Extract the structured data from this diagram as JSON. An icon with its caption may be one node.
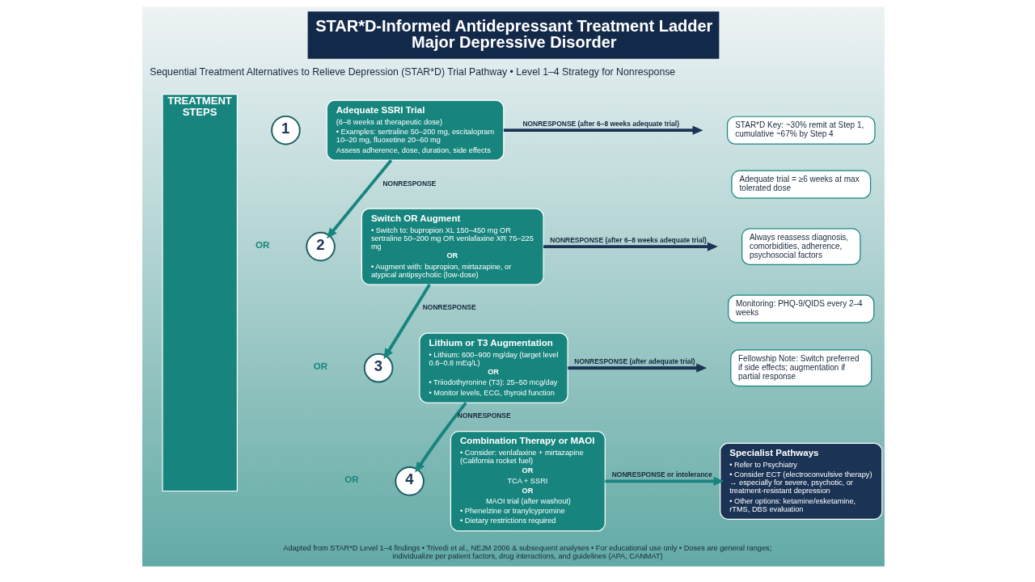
{
  "diagram": {
    "title": "STAR*D-Informed Antidepressant Treatment Ladder Major Depressive Disorder",
    "caption": "Adapted from STAR*D Level 1–4 findings • Trivedi et al., NEJM 2006 & subsequent analyses • For educational use only • Doses are general ranges; individualize per patient factors, drug interactions, and guidelines (APA, CANMAT)",
    "nodes": [
      {
        "text": [
          "TREATMENT STEPS"
        ]
      },
      {
        "text": [
          "1"
        ]
      },
      {
        "text": [
          "Adequate SSRI Trial",
          "(6–8 weeks at therapeutic dose)",
          "• Examples: sertraline 50–200 mg, escitalopram 10–20 mg, fluoxetine 20–60 mg",
          "Assess adherence, dose, duration, side effects"
        ]
      },
      {
        "text": [
          "2"
        ]
      },
      {
        "text": [
          "Switch OR Augment",
          "• Switch to: bupropion XL 150–450 mg OR sertraline 50–200 mg OR venlafaxine XR 75–225 mg",
          "OR",
          "• Augment with: bupropion, mirtazapine, or atypical antipsychotic (low-dose)"
        ]
      },
      {
        "text": [
          "3"
        ]
      },
      {
        "text": [
          "Lithium or T3 Augmentation",
          "• Lithium: 600–900 mg/day (target level 0.6–0.8 mEq/L)",
          "OR",
          "• Triiodothyronine (T3): 25–50 mcg/day",
          "• Monitor levels, ECG, thyroid function"
        ]
      },
      {
        "text": [
          "4"
        ]
      },
      {
        "text": [
          "Combination Therapy or MAOI",
          "• Consider: venlafaxine + mirtazapine (California rocket fuel)",
          "OR",
          "TCA + SSRI",
          "OR",
          "MAOI trial (after washout)",
          "• Phenelzine or tranylcypromine",
          "• Dietary restrictions required"
        ]
      },
      {
        "text": [
          "STAR*D Key: ~30% remit at Step 1, cumulative ~67% by Step 4"
        ]
      },
      {
        "text": [
          "Adequate trial = ≥6 weeks at max tolerated dose"
        ]
      },
      {
        "text": [
          "Always reassess diagnosis, comorbidities, adherence, psychosocial factors"
        ]
      },
      {
        "text": [
          "Monitoring: PHQ-9/QIDS every 2–4 weeks"
        ]
      },
      {
        "text": [
          "Fellowship Note: Switch preferred if side effects; augmentation if partial response"
        ]
      },
      {
        "text": [
          "Specialist Pathways",
          "• Refer to Psychiatry",
          "• Consider ECT (electroconvulsive therapy) → especially for severe, psychotic, or treatment-resistant depression",
          "• Other options: ketamine/esketamine, rTMS, DBS evaluation"
        ]
      }
    ],
    "edges": [
      {
        "from": 2,
        "to": 3,
        "arrow": "to",
        "label": "NONRESPONSE"
      },
      {
        "from": 2,
        "to": null,
        "arrow": "to",
        "label": "NONRESPONSE (after 6–8 weeks adequate trial)",
        "color": "#1b3354"
      },
      {
        "from": 4,
        "to": 5,
        "arrow": "to",
        "label": "NONRESPONSE"
      },
      {
        "from": 4,
        "to": null,
        "arrow": "to",
        "label": "NONRESPONSE (after 6–8 weeks adequate trial)",
        "color": "#1b3354"
      },
      {
        "from": 6,
        "to": 7,
        "arrow": "to",
        "label": "NONRESPONSE"
      },
      {
        "from": 6,
        "to": null,
        "arrow": "to",
        "label": "NONRESPONSE (after adequate trial)",
        "color": "#1b3354"
      },
      {
        "from": 8,
        "to": 14,
        "arrow": "to",
        "label": "NONRESPONSE or intolerance"
      }
    ],
    "labels": [
      "Sequential Treatment Alternatives to Relieve Depression (STAR*D) Trial Pathway • Level 1–4 Strategy for Nonresponse",
      "OR",
      "OR",
      "OR"
    ]
  }
}
